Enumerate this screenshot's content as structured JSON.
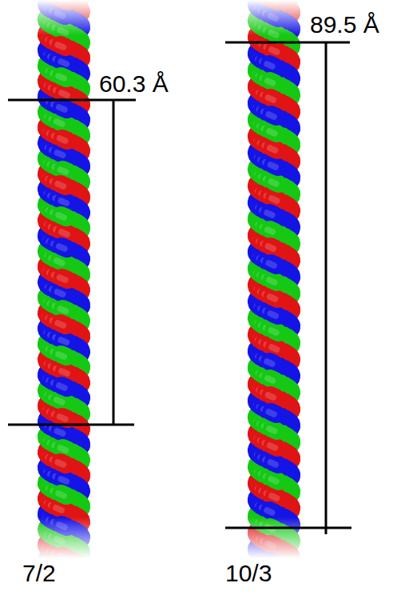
{
  "diagram": {
    "labels": [
      "60.3 Å",
      "89.5 Å",
      "7/2",
      "10/3"
    ]
  }
}
